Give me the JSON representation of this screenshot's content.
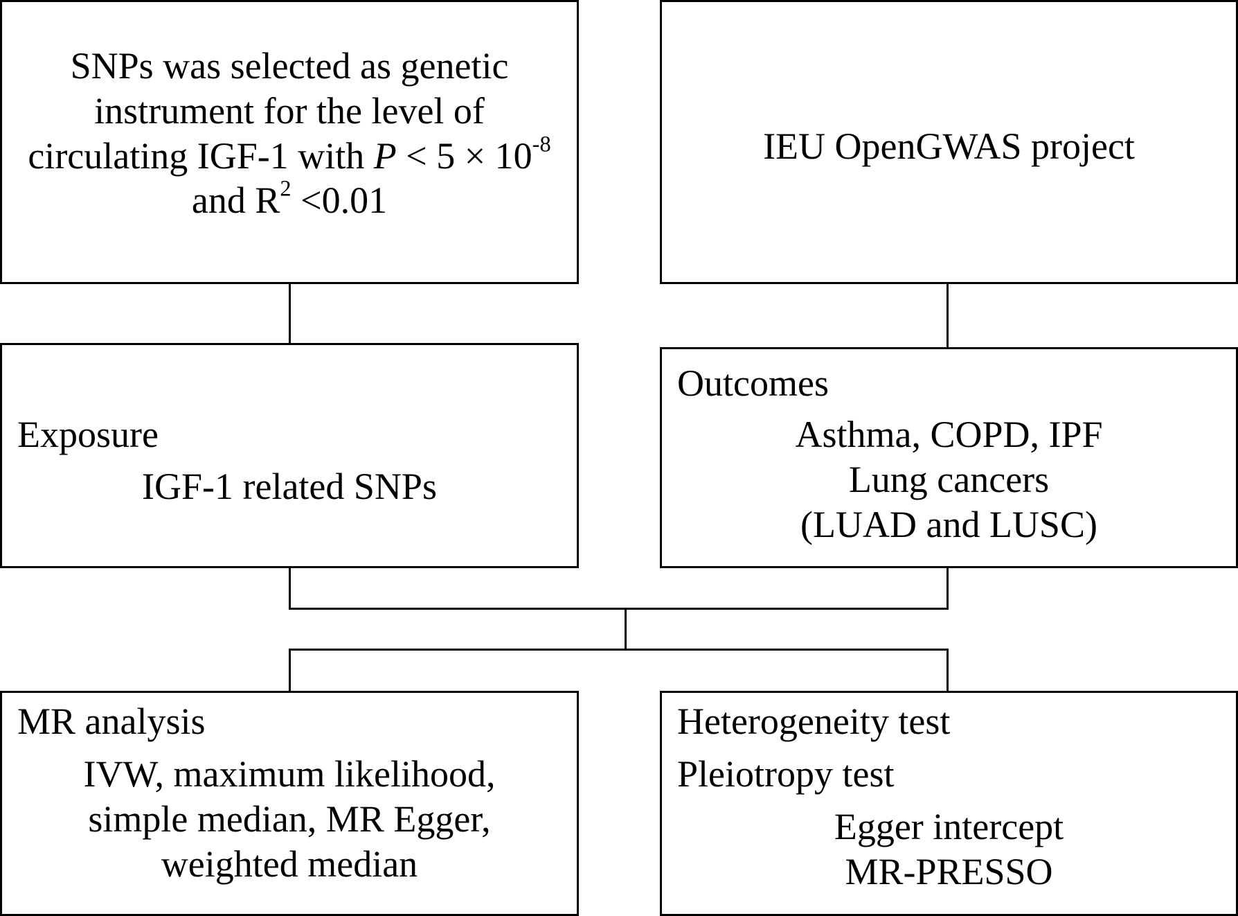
{
  "selection_box": {
    "line1": "SNPs was selected as genetic",
    "line2": "instrument for the level of",
    "line3_prefix": "circulating IGF-1 with ",
    "line3_var": "P",
    "line3_mid": " < 5 × 10",
    "line3_exp": "-8",
    "line4_prefix": "and R",
    "line4_exp": "2",
    "line4_suffix": " <0.01"
  },
  "source_box": {
    "text": "IEU OpenGWAS project"
  },
  "exposure_box": {
    "heading": "Exposure",
    "detail": "IGF-1 related SNPs"
  },
  "outcomes_box": {
    "heading": "Outcomes",
    "line1": "Asthma, COPD, IPF",
    "line2": "Lung cancers",
    "line3": "(LUAD and LUSC)"
  },
  "mr_box": {
    "heading": "MR analysis",
    "line1": "IVW, maximum likelihood,",
    "line2": "simple median, MR Egger,",
    "line3": "weighted median"
  },
  "tests_box": {
    "heading1": "Heterogeneity test",
    "heading2": "Pleiotropy test",
    "line1": "Egger intercept",
    "line2": "MR-PRESSO"
  }
}
